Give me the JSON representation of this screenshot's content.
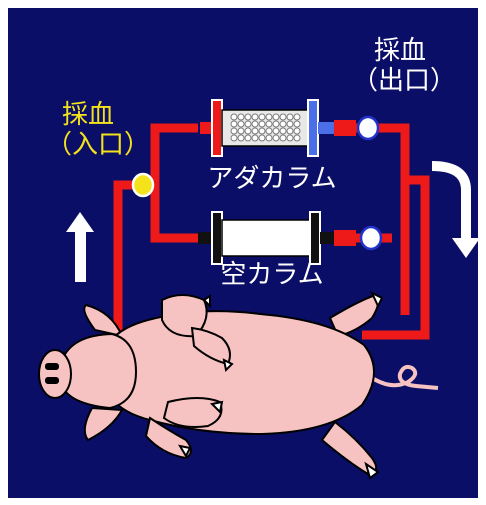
{
  "labels": {
    "sampling_in_line1": "採血",
    "sampling_in_line2": "（入口）",
    "sampling_out_line1": "採血",
    "sampling_out_line2": "（出口）",
    "adacolumn": "アダカラム",
    "empty_column": "空カラム"
  },
  "colors": {
    "background": "#0b0e66",
    "tubing": "#ee1a1a",
    "pig_body": "#f7c2c2",
    "pig_outline": "#000000",
    "inlet_port": "#f4e21c",
    "outlet_port": "#ffffff",
    "adacolumn_cap_left": "#ee1a1a",
    "adacolumn_cap_right": "#4b6fe6",
    "empty_column_cap": "#111111",
    "flow_arrow": "#ffffff"
  },
  "icons": [
    "pig",
    "adacolumn-filter",
    "empty-column",
    "flow-up-arrow",
    "flow-down-arrow"
  ]
}
